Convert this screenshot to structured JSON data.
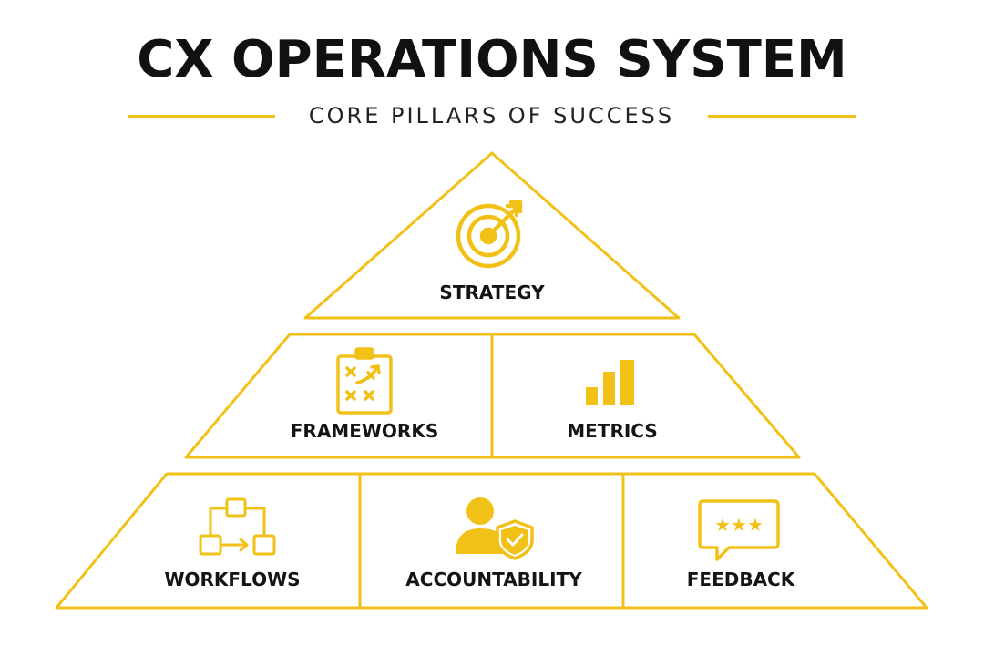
{
  "header": {
    "title": "CX OPERATIONS SYSTEM",
    "subtitle": "CORE PILLARS OF SUCCESS"
  },
  "pyramid": {
    "top": {
      "label": "STRATEGY",
      "icon": "target-icon"
    },
    "middle": [
      {
        "label": "FRAMEWORKS",
        "icon": "clipboard-play-icon"
      },
      {
        "label": "METRICS",
        "icon": "bar-chart-icon"
      }
    ],
    "bottom": [
      {
        "label": "WORKFLOWS",
        "icon": "flowchart-icon"
      },
      {
        "label": "ACCOUNTABILITY",
        "icon": "person-shield-icon"
      },
      {
        "label": "FEEDBACK",
        "icon": "star-rating-bubble-icon"
      }
    ]
  },
  "colors": {
    "accent": "#F2C118",
    "text": "#141414",
    "background": "#FFFFFF"
  }
}
